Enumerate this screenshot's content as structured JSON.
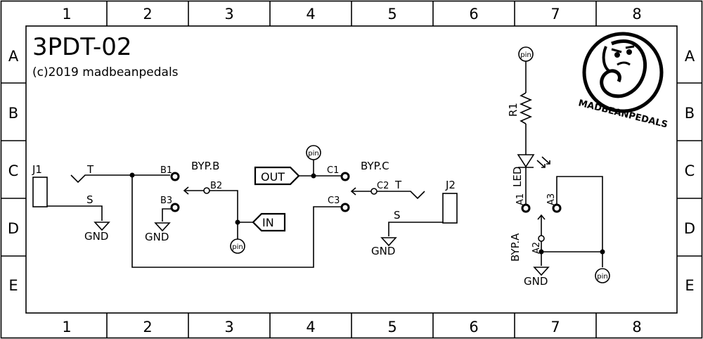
{
  "frame": {
    "columns": [
      "1",
      "2",
      "3",
      "4",
      "5",
      "6",
      "7",
      "8"
    ],
    "rows": [
      "A",
      "B",
      "C",
      "D",
      "E"
    ]
  },
  "title_block": {
    "title": "3PDT-02",
    "copyright": "(c)2019 madbeanpedals"
  },
  "components": {
    "j1": "J1",
    "j2": "J2",
    "tip": "T",
    "sleeve": "S",
    "gnd": "GND",
    "out_port": "OUT",
    "in_port": "IN",
    "pin": "pin",
    "byp_b": "BYP.B",
    "byp_c": "BYP.C",
    "byp_a": "BYP.A",
    "b1": "B1",
    "b2": "B2",
    "b3": "B3",
    "c1": "C1",
    "c2": "C2",
    "c3": "C3",
    "a1": "A1",
    "a2": "A2",
    "a3": "A3",
    "r1": "R1",
    "led": "LED"
  },
  "logo": {
    "text": "MADBEANPEDALS"
  }
}
